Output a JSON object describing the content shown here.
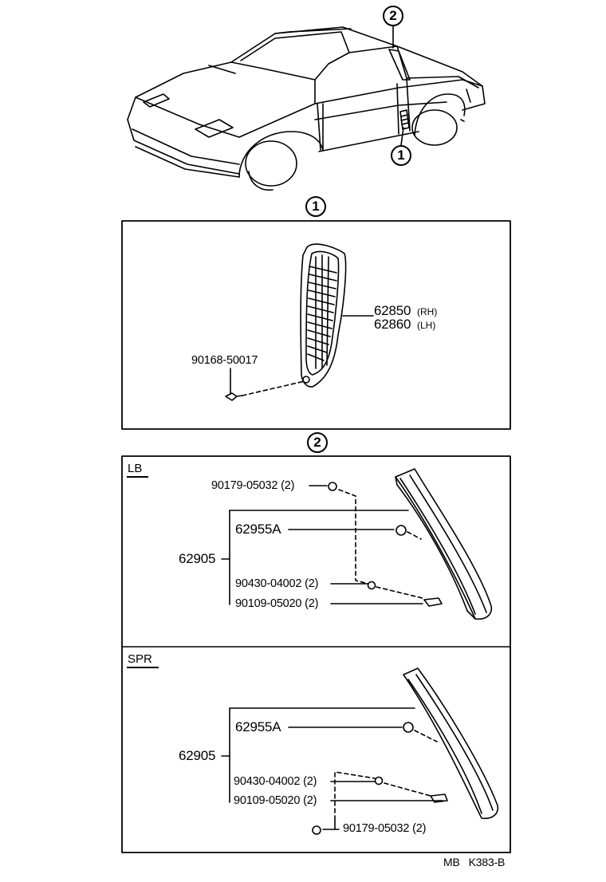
{
  "callouts": {
    "c1": "1",
    "c2": "2"
  },
  "section1": {
    "part_rh": "62850",
    "rh": "(RH)",
    "part_lh": "62860",
    "lh": "(LH)",
    "screw": "90168-50017"
  },
  "lb": {
    "label": "LB",
    "assembly": "62905",
    "p1": "90179-05032 (2)",
    "p2": "62955A",
    "p3": "90430-04002 (2)",
    "p4": "90109-05020 (2)"
  },
  "spr": {
    "label": "SPR",
    "assembly": "62905",
    "p2": "62955A",
    "p3": "90430-04002 (2)",
    "p4": "90109-05020 (2)",
    "p1": "90179-05032 (2)"
  },
  "footer": {
    "code": "MB   K383-B"
  }
}
